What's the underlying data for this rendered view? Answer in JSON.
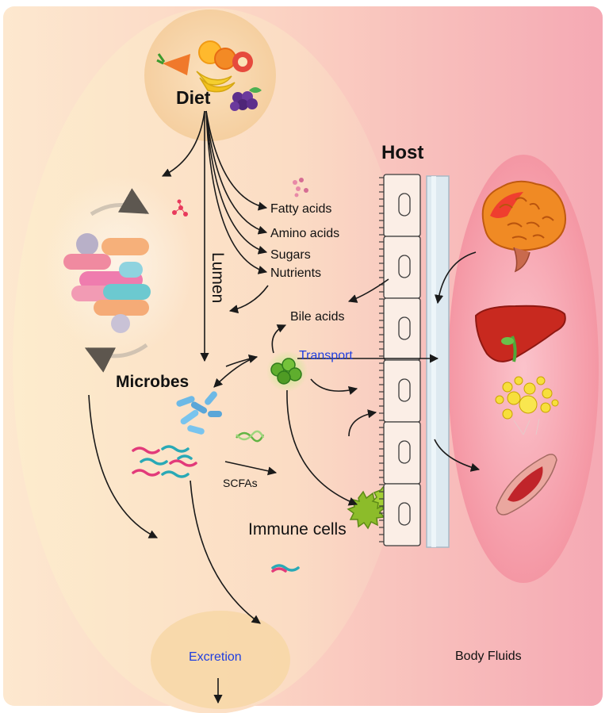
{
  "labels": {
    "diet": "Diet",
    "host": "Host",
    "lumen": "Lumen",
    "microbes": "Microbes",
    "fatty_acids": "Fatty acids",
    "amino_acids": "Amino acids",
    "sugars": "Sugars",
    "nutrients": "Nutrients",
    "bile_acids": "Bile acids",
    "transport": "Transport",
    "scfas": "SCFAs",
    "immune_cells": "Immune cells",
    "excretion": "Excretion",
    "body_fluids": "Body Fluids"
  },
  "colors": {
    "lumen_bg": "#fbe3c2",
    "host_bg": "#f7b7bf",
    "organ_panel": "#f49aa6",
    "accent_blue": "#1f3ee0",
    "arrow": "#1a1a1a"
  },
  "icons": [
    "fruit-vegetable-icon",
    "grapes-icon",
    "microbe-community-icon",
    "bacteria-icon",
    "brain-icon",
    "liver-icon",
    "adipose-icon",
    "muscle-icon",
    "immune-cell-icon",
    "gut-epithelium-icon",
    "dna-icon"
  ]
}
